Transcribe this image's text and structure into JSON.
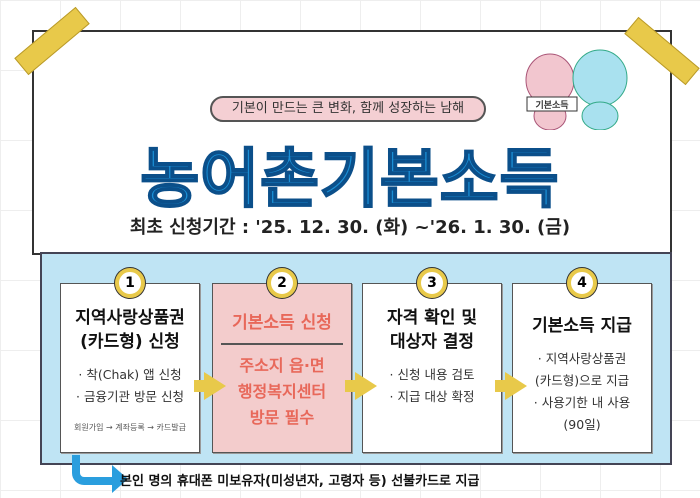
{
  "subtitle": "기본이 만드는 큰 변화, 함께 성장하는 남해",
  "title": "농어촌기본소득",
  "date": "최초 신청기간 : '25. 12. 30. (화) ~'26. 1. 30. (금)",
  "mascot_label": "기본소득",
  "steps": [
    {
      "num": "1",
      "title1": "지역사랑상품권",
      "title2": "(카드형) 신청",
      "b1": "· 착(Chak) 앱 신청",
      "b2": "· 금융기관 방문 신청",
      "small": "회원가입 → 계좌등록 → 카드발급"
    },
    {
      "num": "2",
      "title1": "기본소득 신청",
      "p1": "주소지 읍·면",
      "p2": "행정복지센터",
      "p3": "방문 필수"
    },
    {
      "num": "3",
      "title1": "자격 확인 및",
      "title2": "대상자 결정",
      "b1": "· 신청 내용 검토",
      "b2": "· 지급 대상 확정"
    },
    {
      "num": "4",
      "title1": "기본소득 지급",
      "b1": "· 지역사랑상품권",
      "b2": "(카드형)으로 지급",
      "b3": "· 사용기한 내 사용",
      "b4": "(90일)"
    }
  ],
  "note": "본인 명의 휴대폰 미보유자(미성년자, 고령자 등) 선불카드로 지급"
}
